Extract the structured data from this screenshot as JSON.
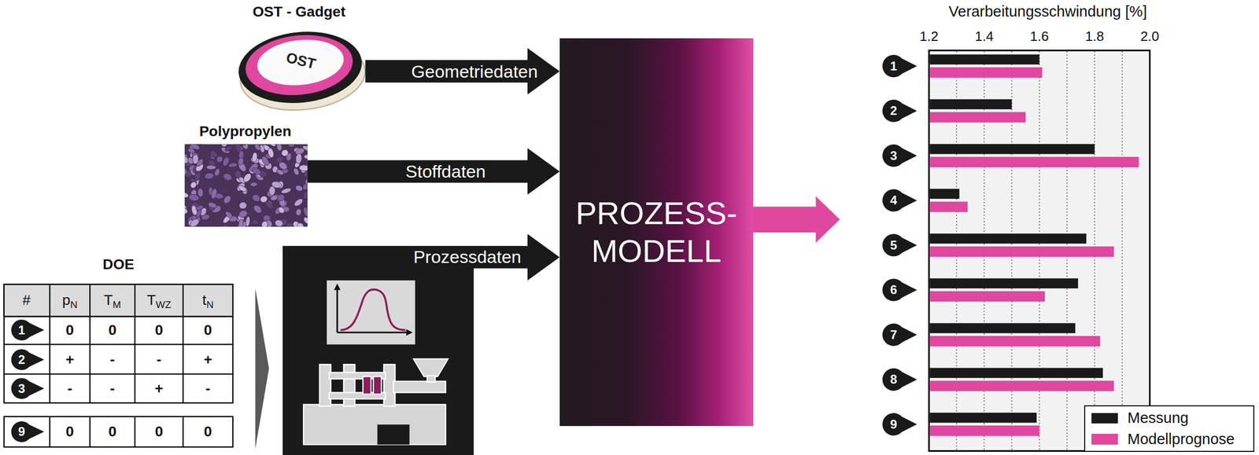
{
  "diagram": {
    "nodes": [
      {
        "text": [
          "OST - Gadget",
          "OST"
        ]
      },
      {
        "text": [
          "Polypropylen"
        ]
      },
      {
        "text": [
          "DOE"
        ]
      },
      {
        "text": [
          "Prozessdaten"
        ]
      },
      {
        "text": [
          "PROZESS- MODELL"
        ]
      },
      {
        "text": [
          "Verarbeitungsschwindung [%]"
        ]
      }
    ],
    "edges": [
      {
        "from": 0,
        "to": 4,
        "label": "Geometriedaten",
        "arrow": "to"
      },
      {
        "from": 1,
        "to": 4,
        "label": "Stoffdaten",
        "arrow": "to"
      },
      {
        "from": 2,
        "to": 3,
        "arrow": "to"
      },
      {
        "from": 3,
        "to": 4,
        "arrow": "to"
      },
      {
        "from": 4,
        "to": 5,
        "arrow": "to"
      }
    ],
    "labels": [
      "#",
      "p",
      "N",
      "T",
      "M",
      "T",
      "WZ",
      "t",
      "N",
      "1",
      "0",
      "0",
      "0",
      "0",
      "2",
      "+",
      "-",
      "-",
      "+",
      "3",
      "-",
      "-",
      "+",
      "-",
      "9",
      "0",
      "0",
      "0",
      "0",
      "1.2",
      "1.4",
      "1.6",
      "1.8",
      "2.0",
      "1",
      "2",
      "3",
      "4",
      "5",
      "6",
      "7",
      "8",
      "9"
    ],
    "legend": [
      {
        "text": "Messung",
        "color": "#1a1a1a"
      },
      {
        "text": "Modellprognose",
        "color": "#e0479f"
      }
    ]
  }
}
